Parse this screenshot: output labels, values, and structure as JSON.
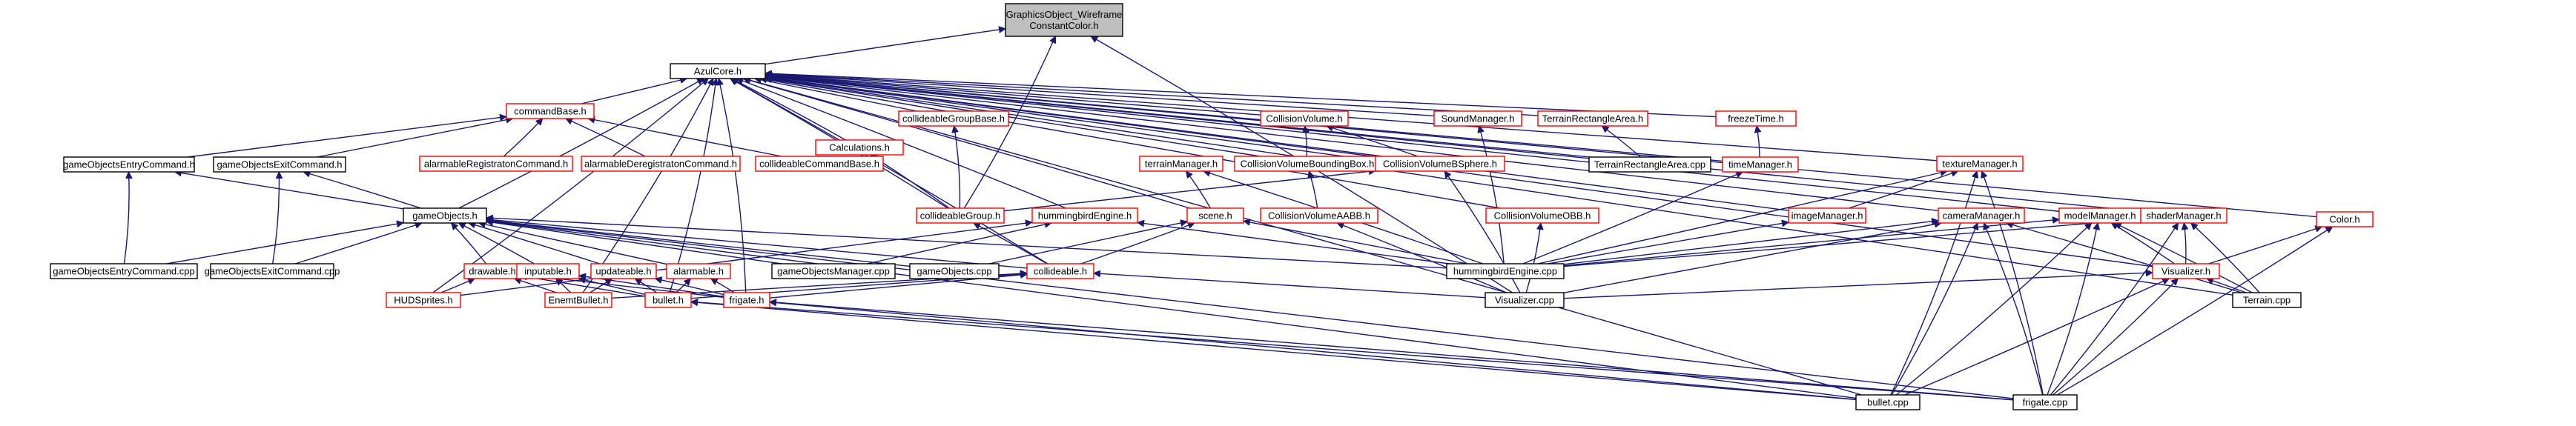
{
  "colors": {
    "edge": "#191970",
    "root_fill": "#bfbfbf",
    "red_border": "#ff0000",
    "black_border": "#000000"
  },
  "nodes": [
    {
      "id": "root",
      "label": [
        "GraphicsObject_Wireframe",
        "ConstantColor.h"
      ],
      "style": "root"
    },
    {
      "id": "azul",
      "label": [
        "AzulCore.h"
      ],
      "style": "black"
    },
    {
      "id": "cmdbase",
      "label": [
        "commandBase.h"
      ],
      "style": "red"
    },
    {
      "id": "calc",
      "label": [
        "Calculations.h"
      ],
      "style": "red"
    },
    {
      "id": "cgbase",
      "label": [
        "collideableGroupBase.h"
      ],
      "style": "red"
    },
    {
      "id": "colvol",
      "label": [
        "CollisionVolume.h"
      ],
      "style": "red"
    },
    {
      "id": "sound",
      "label": [
        "SoundManager.h"
      ],
      "style": "red"
    },
    {
      "id": "tra",
      "label": [
        "TerrainRectangleArea.h"
      ],
      "style": "red"
    },
    {
      "id": "freeze",
      "label": [
        "freezeTime.h"
      ],
      "style": "red"
    },
    {
      "id": "color",
      "label": [
        "Color.h"
      ],
      "style": "red"
    },
    {
      "id": "goentry",
      "label": [
        "gameObjectsEntryCommand.h"
      ],
      "style": "black"
    },
    {
      "id": "goexit",
      "label": [
        "gameObjectsExitCommand.h"
      ],
      "style": "black"
    },
    {
      "id": "alregcmd",
      "label": [
        "alarmableRegistratonCommand.h"
      ],
      "style": "red"
    },
    {
      "id": "aldergcmd",
      "label": [
        "alarmableDeregistratonCommand.h"
      ],
      "style": "red"
    },
    {
      "id": "colbasecmd",
      "label": [
        "collideableCommandBase.h"
      ],
      "style": "red"
    },
    {
      "id": "terrmgr",
      "label": [
        "terrainManager.h"
      ],
      "style": "red"
    },
    {
      "id": "cvbb",
      "label": [
        "CollisionVolumeBoundingBox.h"
      ],
      "style": "red"
    },
    {
      "id": "cvbs",
      "label": [
        "CollisionVolumeBSphere.h"
      ],
      "style": "red"
    },
    {
      "id": "tracpp",
      "label": [
        "TerrainRectangleArea.cpp"
      ],
      "style": "black"
    },
    {
      "id": "timemgr",
      "label": [
        "timeManager.h"
      ],
      "style": "red"
    },
    {
      "id": "texmgr",
      "label": [
        "textureManager.h"
      ],
      "style": "red"
    },
    {
      "id": "shadermgr",
      "label": [
        "shaderManager.h"
      ],
      "style": "red"
    },
    {
      "id": "colgroup",
      "label": [
        "collideableGroup.h"
      ],
      "style": "red"
    },
    {
      "id": "hbengineh",
      "label": [
        "hummingbirdEngine.h"
      ],
      "style": "red"
    },
    {
      "id": "scene",
      "label": [
        "scene.h"
      ],
      "style": "red"
    },
    {
      "id": "cvaabb",
      "label": [
        "CollisionVolumeAABB.h"
      ],
      "style": "red"
    },
    {
      "id": "cvobb",
      "label": [
        "CollisionVolumeOBB.h"
      ],
      "style": "red"
    },
    {
      "id": "imgmgr",
      "label": [
        "imageManager.h"
      ],
      "style": "red"
    },
    {
      "id": "cammgr",
      "label": [
        "cameraManager.h"
      ],
      "style": "red"
    },
    {
      "id": "modelmgr",
      "label": [
        "modelManager.h"
      ],
      "style": "red"
    },
    {
      "id": "gameobjs",
      "label": [
        "gameObjects.h"
      ],
      "style": "black"
    },
    {
      "id": "goentrycpp",
      "label": [
        "gameObjectsEntryCommand.cpp"
      ],
      "style": "black"
    },
    {
      "id": "goexitcpp",
      "label": [
        "gameObjectsExitCommand.cpp"
      ],
      "style": "black"
    },
    {
      "id": "drawable",
      "label": [
        "drawable.h"
      ],
      "style": "red"
    },
    {
      "id": "inputable",
      "label": [
        "inputable.h"
      ],
      "style": "red"
    },
    {
      "id": "updateable",
      "label": [
        "updateable.h"
      ],
      "style": "red"
    },
    {
      "id": "alarmable",
      "label": [
        "alarmable.h"
      ],
      "style": "red"
    },
    {
      "id": "gomgrcpp",
      "label": [
        "gameObjectsManager.cpp"
      ],
      "style": "black"
    },
    {
      "id": "gocpp",
      "label": [
        "gameObjects.cpp"
      ],
      "style": "black"
    },
    {
      "id": "collideable",
      "label": [
        "collideable.h"
      ],
      "style": "red"
    },
    {
      "id": "hbenginecpp",
      "label": [
        "hummingbirdEngine.cpp"
      ],
      "style": "black"
    },
    {
      "id": "visualizer",
      "label": [
        "Visualizer.h"
      ],
      "style": "red"
    },
    {
      "id": "hud",
      "label": [
        "HUDSprites.h"
      ],
      "style": "red"
    },
    {
      "id": "enemybullet",
      "label": [
        "EnemtBullet.h"
      ],
      "style": "red"
    },
    {
      "id": "bulleth",
      "label": [
        "bullet.h"
      ],
      "style": "red"
    },
    {
      "id": "frigateh",
      "label": [
        "frigate.h"
      ],
      "style": "red"
    },
    {
      "id": "viscpp",
      "label": [
        "Visualizer.cpp"
      ],
      "style": "black"
    },
    {
      "id": "terraincpp",
      "label": [
        "Terrain.cpp"
      ],
      "style": "black"
    },
    {
      "id": "bulletcpp",
      "label": [
        "bullet.cpp"
      ],
      "style": "black"
    },
    {
      "id": "frigatecpp",
      "label": [
        "frigate.cpp"
      ],
      "style": "black"
    }
  ],
  "edges": [
    [
      "azul",
      "root"
    ],
    [
      "colgroup",
      "root"
    ],
    [
      "viscpp",
      "root"
    ],
    [
      "cmdbase",
      "azul"
    ],
    [
      "calc",
      "azul"
    ],
    [
      "cgbase",
      "azul"
    ],
    [
      "colvol",
      "azul"
    ],
    [
      "sound",
      "azul"
    ],
    [
      "tra",
      "azul"
    ],
    [
      "freeze",
      "azul"
    ],
    [
      "color",
      "azul"
    ],
    [
      "gameobjs",
      "azul"
    ],
    [
      "colgroup",
      "azul"
    ],
    [
      "hbengineh",
      "azul"
    ],
    [
      "scene",
      "azul"
    ],
    [
      "cvbb",
      "azul"
    ],
    [
      "cvbs",
      "azul"
    ],
    [
      "cvobb",
      "azul"
    ],
    [
      "timemgr",
      "azul"
    ],
    [
      "texmgr",
      "azul"
    ],
    [
      "cammgr",
      "azul"
    ],
    [
      "modelmgr",
      "azul"
    ],
    [
      "shadermgr",
      "azul"
    ],
    [
      "tracpp",
      "azul"
    ],
    [
      "imgmgr",
      "azul"
    ],
    [
      "terraincpp",
      "azul"
    ],
    [
      "visualizer",
      "azul"
    ],
    [
      "hud",
      "azul"
    ],
    [
      "enemybullet",
      "azul"
    ],
    [
      "collideable",
      "azul"
    ],
    [
      "frigateh",
      "azul"
    ],
    [
      "bulleth",
      "azul"
    ],
    [
      "bulletcpp",
      "azul"
    ],
    [
      "goentry",
      "cmdbase"
    ],
    [
      "goexit",
      "cmdbase"
    ],
    [
      "alregcmd",
      "cmdbase"
    ],
    [
      "aldergcmd",
      "cmdbase"
    ],
    [
      "colbasecmd",
      "cmdbase"
    ],
    [
      "colgroup",
      "calc"
    ],
    [
      "colgroup",
      "cgbase"
    ],
    [
      "cvbb",
      "colvol"
    ],
    [
      "cvbs",
      "colvol"
    ],
    [
      "hbenginecpp",
      "sound"
    ],
    [
      "tracpp",
      "tra"
    ],
    [
      "timemgr",
      "freeze"
    ],
    [
      "visualizer",
      "color"
    ],
    [
      "frigatecpp",
      "color"
    ],
    [
      "gameobjs",
      "goentry"
    ],
    [
      "goentrycpp",
      "goentry"
    ],
    [
      "gameobjs",
      "goexit"
    ],
    [
      "goexitcpp",
      "goexit"
    ],
    [
      "scene",
      "terrmgr"
    ],
    [
      "hbenginecpp",
      "terrmgr"
    ],
    [
      "cvaabb",
      "cvbb"
    ],
    [
      "colgroup",
      "cvbs"
    ],
    [
      "viscpp",
      "cvbs"
    ],
    [
      "hbenginecpp",
      "timemgr"
    ],
    [
      "imgmgr",
      "texmgr"
    ],
    [
      "hbenginecpp",
      "texmgr"
    ],
    [
      "bulletcpp",
      "texmgr"
    ],
    [
      "frigatecpp",
      "texmgr"
    ],
    [
      "hbenginecpp",
      "shadermgr"
    ],
    [
      "visualizer",
      "shadermgr"
    ],
    [
      "terraincpp",
      "shadermgr"
    ],
    [
      "frigatecpp",
      "shadermgr"
    ],
    [
      "collideable",
      "colgroup"
    ],
    [
      "hbenginecpp",
      "hbengineh"
    ],
    [
      "gomgrcpp",
      "hbengineh"
    ],
    [
      "hud",
      "hbengineh"
    ],
    [
      "hbenginecpp",
      "scene"
    ],
    [
      "gocpp",
      "scene"
    ],
    [
      "collideable",
      "scene"
    ],
    [
      "viscpp",
      "cvaabb"
    ],
    [
      "viscpp",
      "cvobb"
    ],
    [
      "hbenginecpp",
      "imgmgr"
    ],
    [
      "hbenginecpp",
      "cammgr"
    ],
    [
      "viscpp",
      "cammgr"
    ],
    [
      "terraincpp",
      "cammgr"
    ],
    [
      "bulletcpp",
      "cammgr"
    ],
    [
      "frigatecpp",
      "cammgr"
    ],
    [
      "hbenginecpp",
      "modelmgr"
    ],
    [
      "visualizer",
      "modelmgr"
    ],
    [
      "terraincpp",
      "modelmgr"
    ],
    [
      "bulletcpp",
      "modelmgr"
    ],
    [
      "frigatecpp",
      "modelmgr"
    ],
    [
      "goentrycpp",
      "gameobjs"
    ],
    [
      "goexitcpp",
      "gameobjs"
    ],
    [
      "drawable",
      "gameobjs"
    ],
    [
      "inputable",
      "gameobjs"
    ],
    [
      "updateable",
      "gameobjs"
    ],
    [
      "alarmable",
      "gameobjs"
    ],
    [
      "gomgrcpp",
      "gameobjs"
    ],
    [
      "gocpp",
      "gameobjs"
    ],
    [
      "hbenginecpp",
      "gameobjs"
    ],
    [
      "collideable",
      "gameobjs"
    ],
    [
      "bulletcpp",
      "gameobjs"
    ],
    [
      "frigatecpp",
      "gameobjs"
    ],
    [
      "hud",
      "drawable"
    ],
    [
      "enemybullet",
      "drawable"
    ],
    [
      "bulleth",
      "drawable"
    ],
    [
      "frigateh",
      "drawable"
    ],
    [
      "enemybullet",
      "inputable"
    ],
    [
      "bulleth",
      "inputable"
    ],
    [
      "frigateh",
      "inputable"
    ],
    [
      "enemybullet",
      "updateable"
    ],
    [
      "bulleth",
      "updateable"
    ],
    [
      "frigateh",
      "updateable"
    ],
    [
      "bulleth",
      "alarmable"
    ],
    [
      "frigateh",
      "alarmable"
    ],
    [
      "enemybullet",
      "collideable"
    ],
    [
      "bulleth",
      "collideable"
    ],
    [
      "frigateh",
      "collideable"
    ],
    [
      "viscpp",
      "collideable"
    ],
    [
      "viscpp",
      "visualizer"
    ],
    [
      "terraincpp",
      "visualizer"
    ],
    [
      "bulletcpp",
      "visualizer"
    ],
    [
      "frigatecpp",
      "visualizer"
    ],
    [
      "bulletcpp",
      "bulleth"
    ],
    [
      "frigatecpp",
      "bulleth"
    ],
    [
      "bulletcpp",
      "frigateh"
    ],
    [
      "frigatecpp",
      "frigateh"
    ]
  ]
}
